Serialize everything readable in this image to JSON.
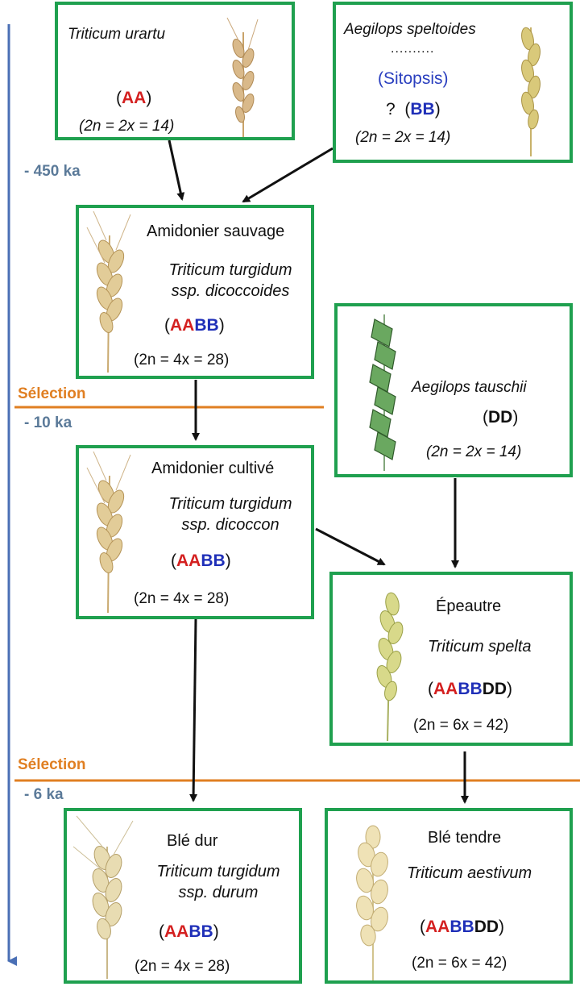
{
  "timeline": {
    "t450": "- 450 ka",
    "t10": "- 10 ka",
    "t6": "- 6 ka",
    "selection1": "Sélection",
    "selection2": "Sélection"
  },
  "urartu": {
    "name": "Triticum urartu",
    "genome_parts": [
      "AA"
    ],
    "chrom": "(2n = 2x = 14)"
  },
  "speltoides": {
    "name": "Aegilops speltoides",
    "dots": "..........",
    "section": "(Sitopsis)",
    "question": "?",
    "genome_parts": [
      "BB"
    ],
    "chrom": "(2n = 2x = 14)"
  },
  "dicoccoides": {
    "common": "Amidonier sauvage",
    "name_line1": "Triticum turgidum",
    "name_line2": "ssp. dicoccoides",
    "genome_parts": [
      "AA",
      "BB"
    ],
    "chrom": "(2n = 4x = 28)"
  },
  "tauschii": {
    "name": "Aegilops tauschii",
    "genome_parts": [
      "DD"
    ],
    "chrom": "(2n = 2x = 14)"
  },
  "dicoccon": {
    "common": "Amidonier cultivé",
    "name_line1": "Triticum turgidum",
    "name_line2": "ssp. dicoccon",
    "genome_parts": [
      "AA",
      "BB"
    ],
    "chrom": "(2n = 4x = 28)"
  },
  "spelta": {
    "common": "Épeautre",
    "name": "Triticum spelta",
    "genome_parts": [
      "AA",
      "BB",
      "DD"
    ],
    "chrom": "(2n = 6x = 42)"
  },
  "durum": {
    "common": "Blé dur",
    "name_line1": "Triticum turgidum",
    "name_line2": "ssp. durum",
    "genome_parts": [
      "AA",
      "BB"
    ],
    "chrom": "(2n = 4x = 28)"
  },
  "aestivum": {
    "common": "Blé tendre",
    "name": "Triticum aestivum",
    "genome_parts": [
      "AA",
      "BB",
      "DD"
    ],
    "chrom": "(2n = 6x = 42)"
  },
  "colors": {
    "box_border": "#1fa04f",
    "genome_A": "#d42020",
    "genome_B": "#1f2fb8",
    "genome_D": "#111111",
    "timeline_axis": "#4a6fb5",
    "selection_line": "#e07f22",
    "time_label": "#5b7a99"
  }
}
